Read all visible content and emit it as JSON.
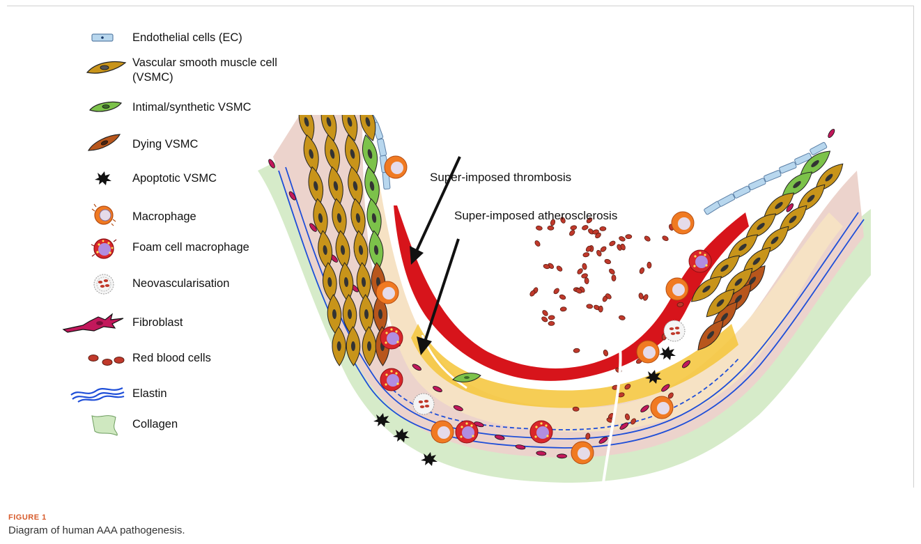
{
  "legend": [
    {
      "icon": "endothelial-cell-icon",
      "label": "Endothelial cells (EC)"
    },
    {
      "icon": "vsmc-icon",
      "label": "Vascular smooth muscle cell (VSMC)"
    },
    {
      "icon": "synthetic-vsmc-icon",
      "label": "Intimal/synthetic VSMC"
    },
    {
      "icon": "dying-vsmc-icon",
      "label": "Dying VSMC"
    },
    {
      "icon": "apoptotic-vsmc-icon",
      "label": "Apoptotic VSMC"
    },
    {
      "icon": "macrophage-icon",
      "label": "Macrophage"
    },
    {
      "icon": "foam-cell-icon",
      "label": "Foam cell macrophage"
    },
    {
      "icon": "neovascularisation-icon",
      "label": "Neovascularisation"
    },
    {
      "icon": "fibroblast-icon",
      "label": "Fibroblast"
    },
    {
      "icon": "red-blood-cells-icon",
      "label": "Red blood cells"
    },
    {
      "icon": "elastin-icon",
      "label": "Elastin"
    },
    {
      "icon": "collagen-icon",
      "label": "Collagen"
    }
  ],
  "annotations": {
    "thrombosis": "Super-imposed thrombosis",
    "atherosclerosis": "Super-imposed atherosclerosis"
  },
  "figure": {
    "label": "FIGURE 1",
    "caption": "Diagram of human AAA pathogenesis."
  },
  "colors": {
    "vsmc": "#c8941a",
    "synthetic_vsmc": "#7cc24a",
    "dying_vsmc": "#b8561c",
    "macrophage": "#f07a22",
    "foam": "#d9262b",
    "thrombus": "#d7141b",
    "elastin": "#1e4ed8",
    "collagen": "#cfe8c0",
    "fibroblast": "#c2185b",
    "plaque": "#f5c842",
    "media": "#ecd3cc",
    "endothelium": "#b8d7ee"
  }
}
